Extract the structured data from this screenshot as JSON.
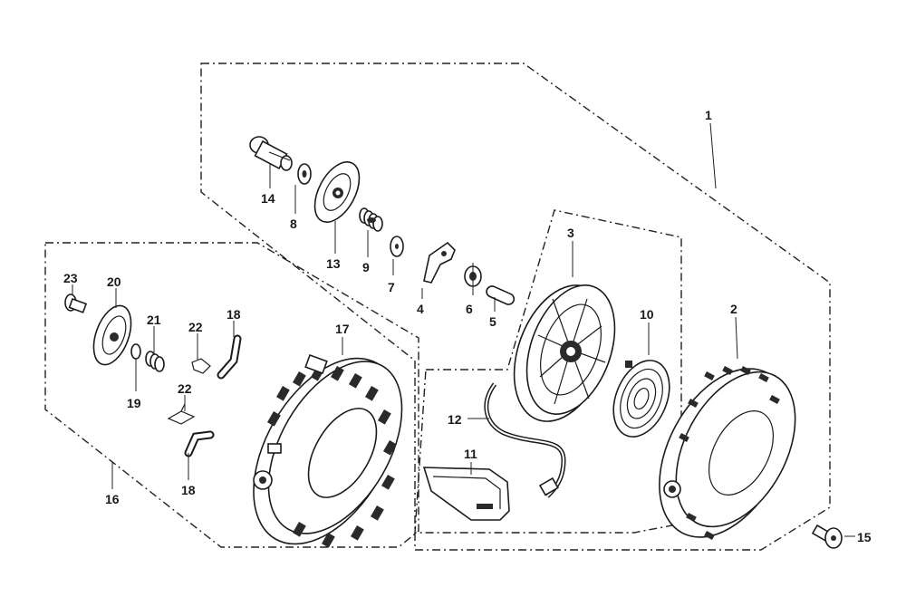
{
  "diagram": {
    "callouts": {
      "p1": "1",
      "p2": "2",
      "p3": "3",
      "p4": "4",
      "p5": "5",
      "p6": "6",
      "p7": "7",
      "p8": "8",
      "p9": "9",
      "p10": "10",
      "p11": "11",
      "p12": "12",
      "p13": "13",
      "p14": "14",
      "p15": "15",
      "p16": "16",
      "p17": "17",
      "p18a": "18",
      "p18b": "18",
      "p19": "19",
      "p20": "20",
      "p21": "21",
      "p22a": "22",
      "p22b": "22",
      "p23": "23"
    },
    "line_color": "#1b1b1b",
    "background": "#ffffff"
  }
}
